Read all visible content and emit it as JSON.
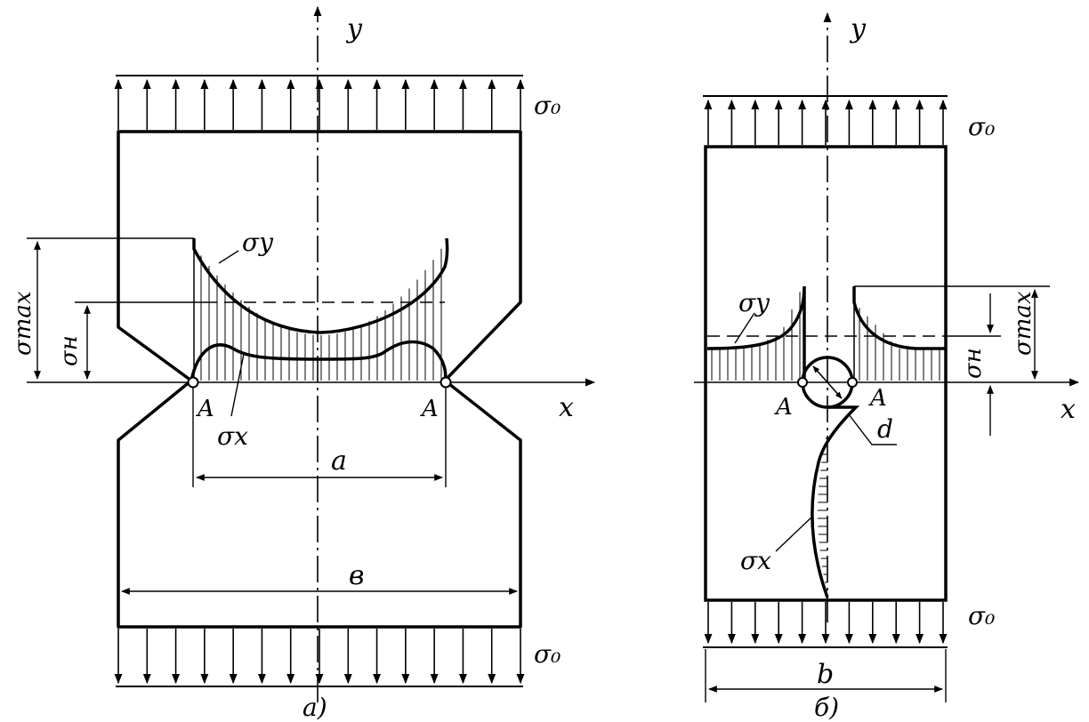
{
  "figure_a": {
    "axis_y": "y",
    "axis_x": "x",
    "load_top": "σ₀",
    "load_bottom": "σ₀",
    "curve_sigma_y": "σy",
    "curve_sigma_x": "σx",
    "dim_sigma_max": "σmax",
    "dim_sigma_n": "σн",
    "point_left": "A",
    "point_right": "A",
    "dim_a": "a",
    "dim_b": "в",
    "caption": "а)"
  },
  "figure_b": {
    "axis_y": "y",
    "axis_x": "x",
    "load_top": "σ₀",
    "load_bottom": "σ₀",
    "curve_sigma_y": "σy",
    "curve_sigma_x": "σx",
    "dim_sigma_max": "σmax",
    "dim_sigma_n": "σн",
    "point_left": "A",
    "point_right": "A",
    "dim_d": "d",
    "dim_b": "b",
    "caption": "б)"
  }
}
